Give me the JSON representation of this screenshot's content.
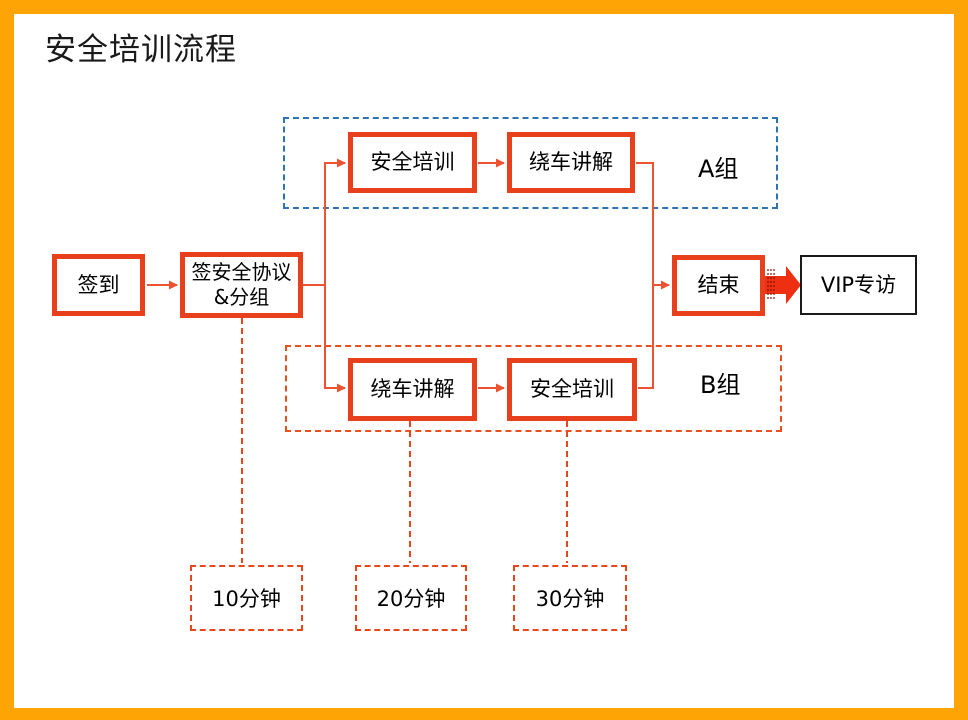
{
  "title": "安全培训流程",
  "flow": {
    "sign_in": "签到",
    "agreement": {
      "line1": "签安全协议",
      "line2": "&分组"
    },
    "group_a": {
      "label": "A组",
      "step1": "安全培训",
      "step2": "绕车讲解"
    },
    "group_b": {
      "label": "B组",
      "step1": "绕车讲解",
      "step2": "安全培训"
    },
    "end": "结束",
    "vip": "VIP专访"
  },
  "durations": [
    "10分钟",
    "20分钟",
    "30分钟"
  ],
  "colors": {
    "frame": "#FFA405",
    "node_border": "#E8401D",
    "connector": "#ED5330",
    "dashed_connector": "#E8471C",
    "group_a_border": "#2E74B5",
    "group_b_border": "#E8501E",
    "block_arrow": "#EE2F12",
    "vip_border": "#1a1a1a",
    "text": "#000000"
  }
}
